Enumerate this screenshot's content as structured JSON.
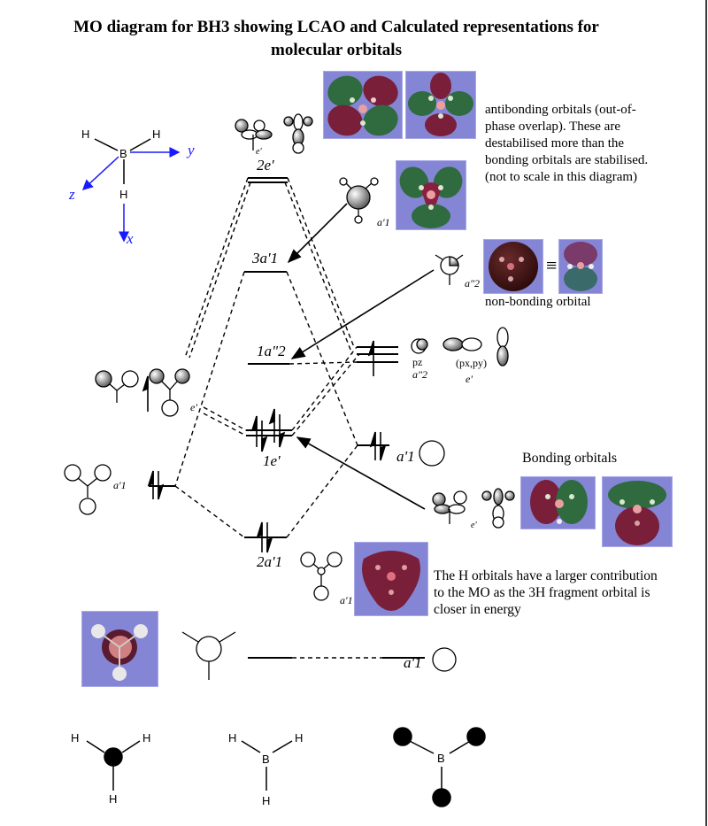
{
  "title": {
    "line1": "MO diagram for BH3 showing LCAO and Calculated representations for",
    "line2": "molecular orbitals"
  },
  "notes": {
    "antibonding": [
      "antibonding orbitals (out-of-",
      "phase overlap). These are",
      "destabilised more than the",
      "bonding orbitals are stabilised.",
      "(not to scale in this diagram)"
    ],
    "non_bonding": "non-bonding orbital",
    "bonding": "Bonding orbitals",
    "h_contribution": [
      "The H orbitals have a larger contribution",
      "to the MO as the 3H fragment orbital is",
      "closer in energy"
    ]
  },
  "axes": {
    "x": "x",
    "y": "y",
    "z": "z",
    "atoms": {
      "center": "B",
      "h": "H"
    }
  },
  "mo_levels": [
    {
      "id": "2e_prime",
      "label": "2e'",
      "occupancy": 0,
      "type": "antibonding"
    },
    {
      "id": "3a_prime_1",
      "label": "3a'1",
      "occupancy": 0,
      "type": "antibonding"
    },
    {
      "id": "1a_dprime_2",
      "label": "1a\"2",
      "occupancy": 0,
      "type": "non-bonding"
    },
    {
      "id": "1e_prime",
      "label": "1e'",
      "occupancy": 4,
      "type": "bonding"
    },
    {
      "id": "2a_prime_1",
      "label": "2a'1",
      "occupancy": 2,
      "type": "bonding"
    },
    {
      "id": "1a_prime_1",
      "label": "a'1",
      "occupancy": 0,
      "type": "core"
    }
  ],
  "boron_fragment": {
    "p_levels_label_pz": "pz",
    "pz_sym": "a\"2",
    "pxpy_label": "(px,py)",
    "pxpy_sym": "e'",
    "s_sym": "a'1"
  },
  "h3_fragment": {
    "e_sym": "e'",
    "a_sym": "a'1"
  },
  "symmetry_labels": {
    "e_prime": "e'",
    "a1_prime": "a'1",
    "a2_dprime": "a\"2"
  },
  "equiv_symbol": "≡",
  "bottom_structures": [
    {
      "name": "h3-fragment-structure",
      "center": "",
      "h": "H"
    },
    {
      "name": "bh3-structure",
      "center": "B",
      "h": "H"
    },
    {
      "name": "b-fragment-structure",
      "center": "B",
      "h": ""
    }
  ],
  "colors": {
    "panel_bg": "#8585d6",
    "lobe_red": "#7a1f3a",
    "lobe_green": "#2f6b3f",
    "axis_blue": "#1a1aff"
  }
}
